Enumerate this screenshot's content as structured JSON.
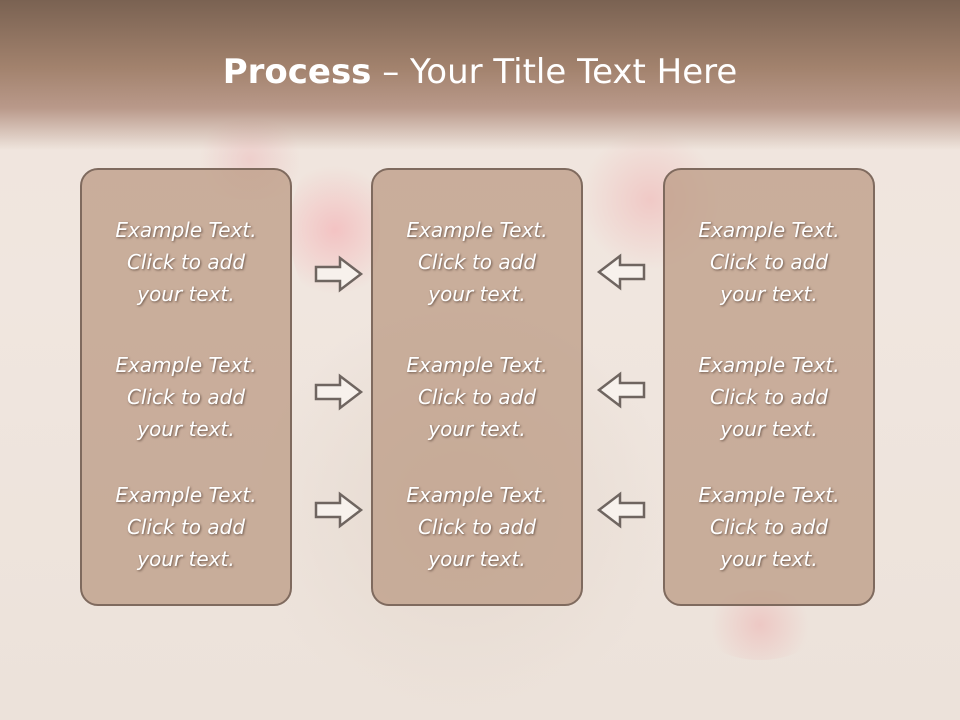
{
  "title": {
    "bold": "Process",
    "rest": " – Your Title Text Here"
  },
  "columns": [
    {
      "blocks": [
        {
          "l1": "Example Text.",
          "l2": "Click  to add",
          "l3": "your text."
        },
        {
          "l1": "Example Text.",
          "l2": "Click  to add",
          "l3": "your text."
        },
        {
          "l1": "Example Text.",
          "l2": "Click  to add",
          "l3": "your text."
        }
      ]
    },
    {
      "blocks": [
        {
          "l1": "Example Text.",
          "l2": "Click  to add",
          "l3": "your text."
        },
        {
          "l1": "Example Text.",
          "l2": "Click  to add",
          "l3": "your text."
        },
        {
          "l1": "Example Text.",
          "l2": "Click  to add",
          "l3": "your text."
        }
      ]
    },
    {
      "blocks": [
        {
          "l1": "Example Text.",
          "l2": "Click  to add",
          "l3": "your text."
        },
        {
          "l1": "Example Text.",
          "l2": "Click  to add",
          "l3": "your text."
        },
        {
          "l1": "Example Text.",
          "l2": "Click  to add",
          "l3": "your text."
        }
      ]
    }
  ],
  "icons": {
    "left_arrows": "right-arrow-icon",
    "right_arrows": "left-arrow-icon"
  },
  "colors": {
    "header": "#a2826d",
    "panel": "#be9e88",
    "panel_border": "#7f6a5e",
    "text": "#ffffff"
  }
}
